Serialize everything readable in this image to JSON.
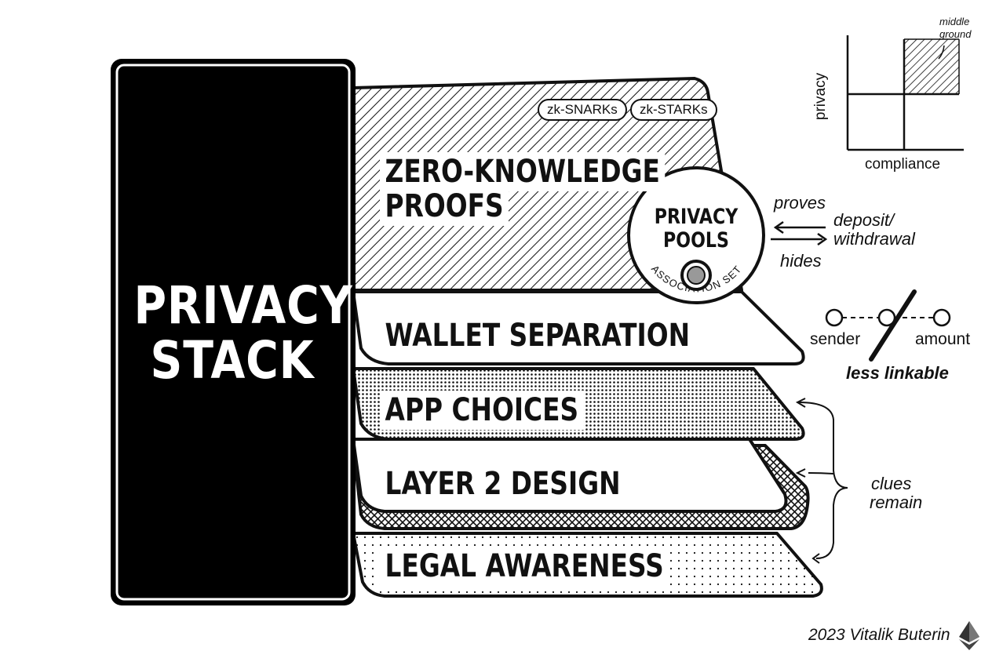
{
  "pillar": {
    "title_line1": "PRIVACY",
    "title_line2": "STACK"
  },
  "layers": {
    "zk_line1": "ZERO-KNOWLEDGE",
    "zk_line2": "PROOFS",
    "wallet": "WALLET SEPARATION",
    "app": "APP CHOICES",
    "l2": "LAYER 2 DESIGN",
    "legal": "LEGAL AWARENESS"
  },
  "tags": {
    "snarks": "zk-SNARKs",
    "starks": "zk-STARKs"
  },
  "pool": {
    "title_line1": "PRIVACY",
    "title_line2": "POOLS",
    "ring_text": "ASSOCIATION SET",
    "proves": "proves",
    "hides": "hides",
    "deposit_line1": "deposit/",
    "deposit_line2": "withdrawal"
  },
  "quadrant": {
    "y_label": "privacy",
    "x_label": "compliance",
    "corner_line1": "middle",
    "corner_line2": "ground"
  },
  "linkability": {
    "sender": "sender",
    "amount": "amount",
    "caption": "less linkable"
  },
  "clues": {
    "line1": "clues",
    "line2": "remain"
  },
  "footer": {
    "credit": "2023 Vitalik Buterin"
  }
}
